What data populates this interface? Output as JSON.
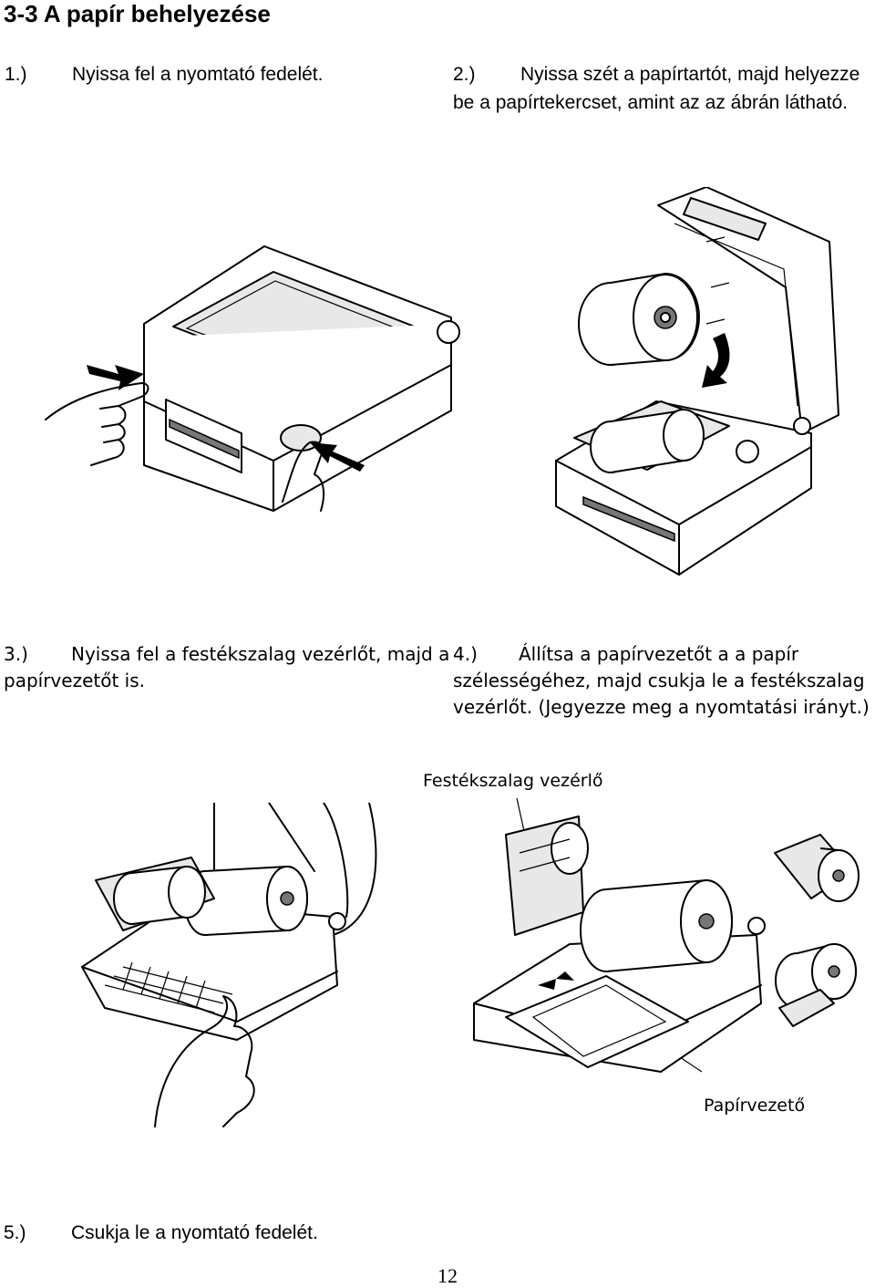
{
  "heading": "3-3 A papír behelyezése",
  "steps": [
    {
      "num": "1.)",
      "lines": [
        "Nyissa fel a nyomtató fedelét."
      ]
    },
    {
      "num": "2.)",
      "lines": [
        "Nyissa szét a papírtartót, majd helyezze",
        "be a papírtekercset, amint az az ábrán látható."
      ]
    },
    {
      "num": "3.)",
      "lines": [
        "Nyissa fel a festékszalag vezérlőt, majd a",
        "papírvezetőt is."
      ]
    },
    {
      "num": "4.)",
      "lines": [
        "Állítsa a papírvezetőt a a papír",
        "szélességéhez, majd csukja le a festékszalag",
        "vezérlőt. (Jegyezze meg a nyomtatási irányt.)"
      ]
    },
    {
      "num": "5.)",
      "lines": [
        "Csukja le a nyomtató fedelét."
      ]
    }
  ],
  "callouts": {
    "ribbon_guide": "Festékszalag vezérlő",
    "paper_guide": "Papírvezető"
  },
  "page_number": "12"
}
